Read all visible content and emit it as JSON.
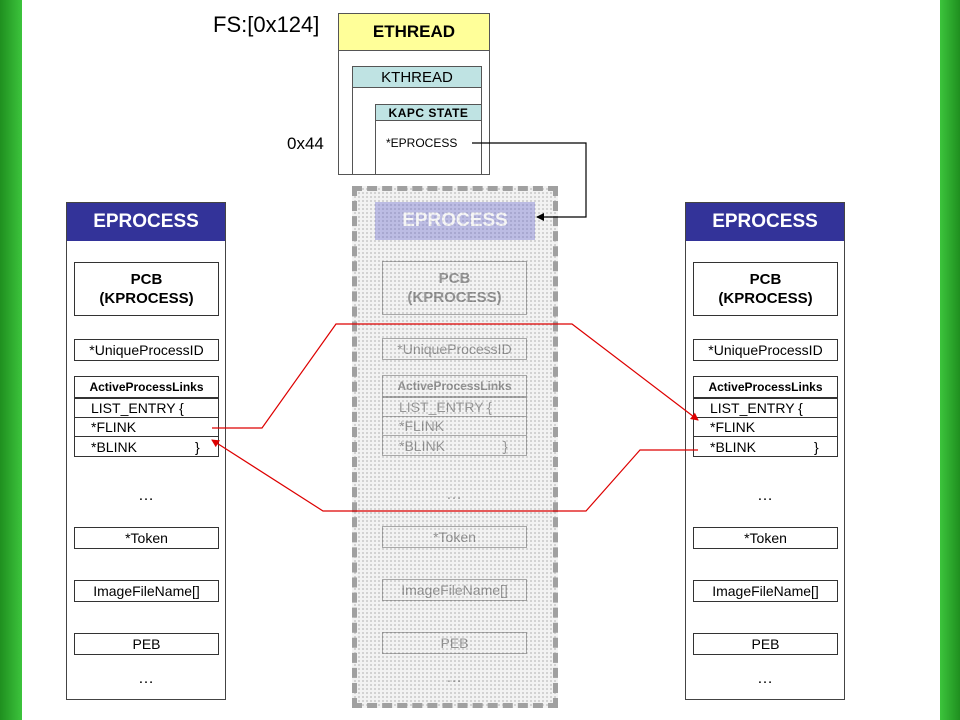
{
  "ethread": {
    "fs_label": "FS:[0x124]",
    "offset_label": "0x44",
    "title": "ETHREAD",
    "kthread": "KTHREAD",
    "kapc_state": "KAPC STATE",
    "eprocess_ptr": "*EPROCESS"
  },
  "processes": [
    {
      "title": "EPROCESS",
      "pcb_line1": "PCB",
      "pcb_line2": "(KPROCESS)",
      "unique_pid": "*UniqueProcessID",
      "active_links": "ActiveProcessLinks",
      "list_entry": "LIST_ENTRY {",
      "flink": "*FLINK",
      "blink": "*BLINK",
      "brace": "}",
      "ellipsis1": "…",
      "token": "*Token",
      "image_name": "ImageFileName[]",
      "peb": "PEB",
      "ellipsis2": "…"
    },
    {
      "title": "EPROCESS",
      "pcb_line1": "PCB",
      "pcb_line2": "(KPROCESS)",
      "unique_pid": "*UniqueProcessID",
      "active_links": "ActiveProcessLinks",
      "list_entry": "LIST_ENTRY {",
      "flink": "*FLINK",
      "blink": "*BLINK",
      "brace": "}",
      "ellipsis1": "…",
      "token": "*Token",
      "image_name": "ImageFileName[]",
      "peb": "PEB",
      "ellipsis2": "…"
    },
    {
      "title": "EPROCESS",
      "pcb_line1": "PCB",
      "pcb_line2": "(KPROCESS)",
      "unique_pid": "*UniqueProcessID",
      "active_links": "ActiveProcessLinks",
      "list_entry": "LIST_ENTRY {",
      "flink": "*FLINK",
      "blink": "*BLINK",
      "brace": "}",
      "ellipsis1": "…",
      "token": "*Token",
      "image_name": "ImageFileName[]",
      "peb": "PEB",
      "ellipsis2": "…"
    }
  ],
  "colors": {
    "eprocess_header": "#333399",
    "ethread_header": "#ffff99",
    "kthread_header": "#bfe3e3",
    "link_arrow": "#dd0000",
    "pointer_arrow": "#000000",
    "side_bar": "#3cc43c"
  }
}
